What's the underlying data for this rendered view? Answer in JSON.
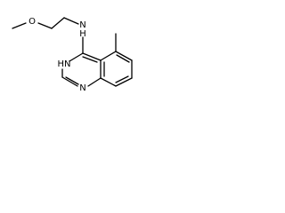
{
  "structure": {
    "atoms": {
      "methoxy_oxygen": "O",
      "amine_nitrogen": "N",
      "amine_hydrogen": "H",
      "ring_nh": "HN",
      "ring_n3": "N"
    }
  },
  "colors": {
    "bond": "#000000",
    "label": "#000000",
    "background": "#ffffff"
  }
}
